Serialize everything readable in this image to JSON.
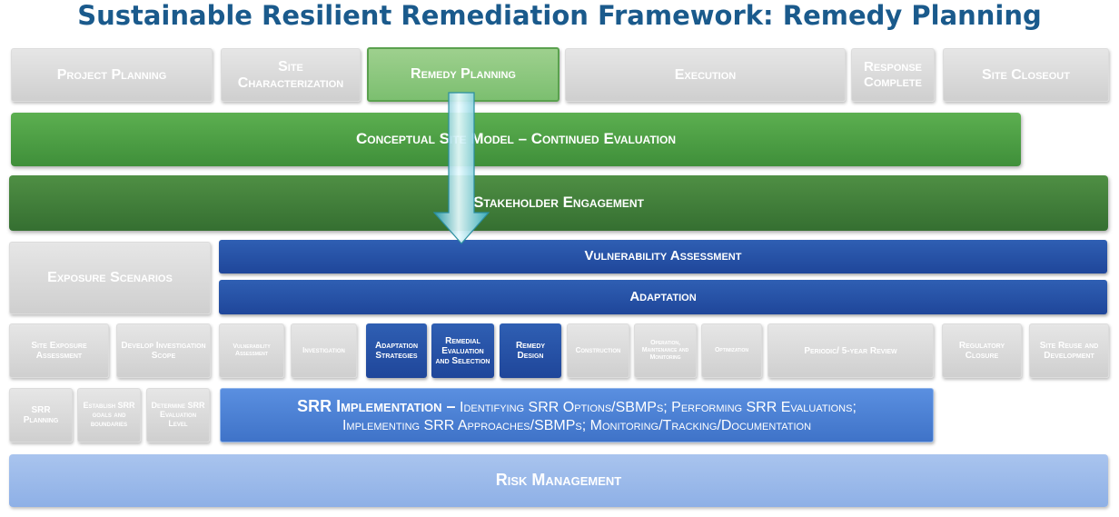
{
  "title": "Sustainable Resilient Remediation Framework: Remedy Planning",
  "phases": [
    "Project Planning",
    "Site Characterization",
    "Remedy Planning",
    "Execution",
    "Response Complete",
    "Site Closeout"
  ],
  "bands": {
    "csm": "Conceptual Site Model – Continued Evaluation",
    "stakeholder": "Stakeholder Engagement",
    "exposure": "Exposure Scenarios",
    "vulnerability": "Vulnerability Assessment",
    "adaptation": "Adaptation",
    "risk": "Risk Management"
  },
  "tasks": [
    "Site Exposure Assessment",
    "Develop Investigation Scope",
    "Vulnerability Assessment",
    "Investigation",
    "Adaptation Strategies",
    "Remedial Evaluation and Selection",
    "Remedy Design",
    "Construction",
    "Operation, Maintenance and Monitoring",
    "Optimization",
    "Periodic/ 5-year Review",
    "Regulatory Closure",
    "Site Reuse and Development"
  ],
  "srr_tasks": [
    "SRR Planning",
    "Establish SRR goals and boundaries",
    "Determine SRR Evaluation Level"
  ],
  "implementation": {
    "heading": "SRR Implementation –",
    "line1": "Identifying SRR Options/SBMPs; Performing SRR Evaluations;",
    "line2": "Implementing SRR Approaches/SBMPs; Monitoring/Tracking/Documentation"
  },
  "colors": {
    "title": "#1a5a8c",
    "gray": "#d9d9d9",
    "highlight_green": "#8cc97e",
    "dark_green": "#3f8f3a",
    "navy_blue": "#2452a8",
    "light_blue": "#9dbbea",
    "arrow": "#4bb8c8"
  }
}
